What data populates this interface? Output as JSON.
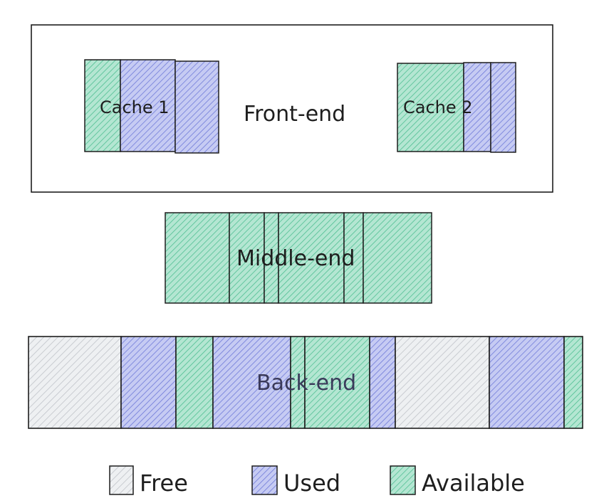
{
  "diagram": {
    "front_end_label": "Front-end",
    "cache1_label": "Cache 1",
    "cache2_label": "Cache 2",
    "middle_end_label": "Middle-end",
    "back_end_label": "Back-end"
  },
  "legend": [
    {
      "key": "free",
      "label": "Free",
      "color": "#e6e8eb"
    },
    {
      "key": "used",
      "label": "Used",
      "color": "#b7bdf0"
    },
    {
      "key": "available",
      "label": "Available",
      "color": "#9fdcc4"
    }
  ],
  "colors": {
    "free": "#e6e8eb",
    "used": "#b7bdf0",
    "available": "#9fdcc4",
    "stroke": "#1e1e1e"
  }
}
